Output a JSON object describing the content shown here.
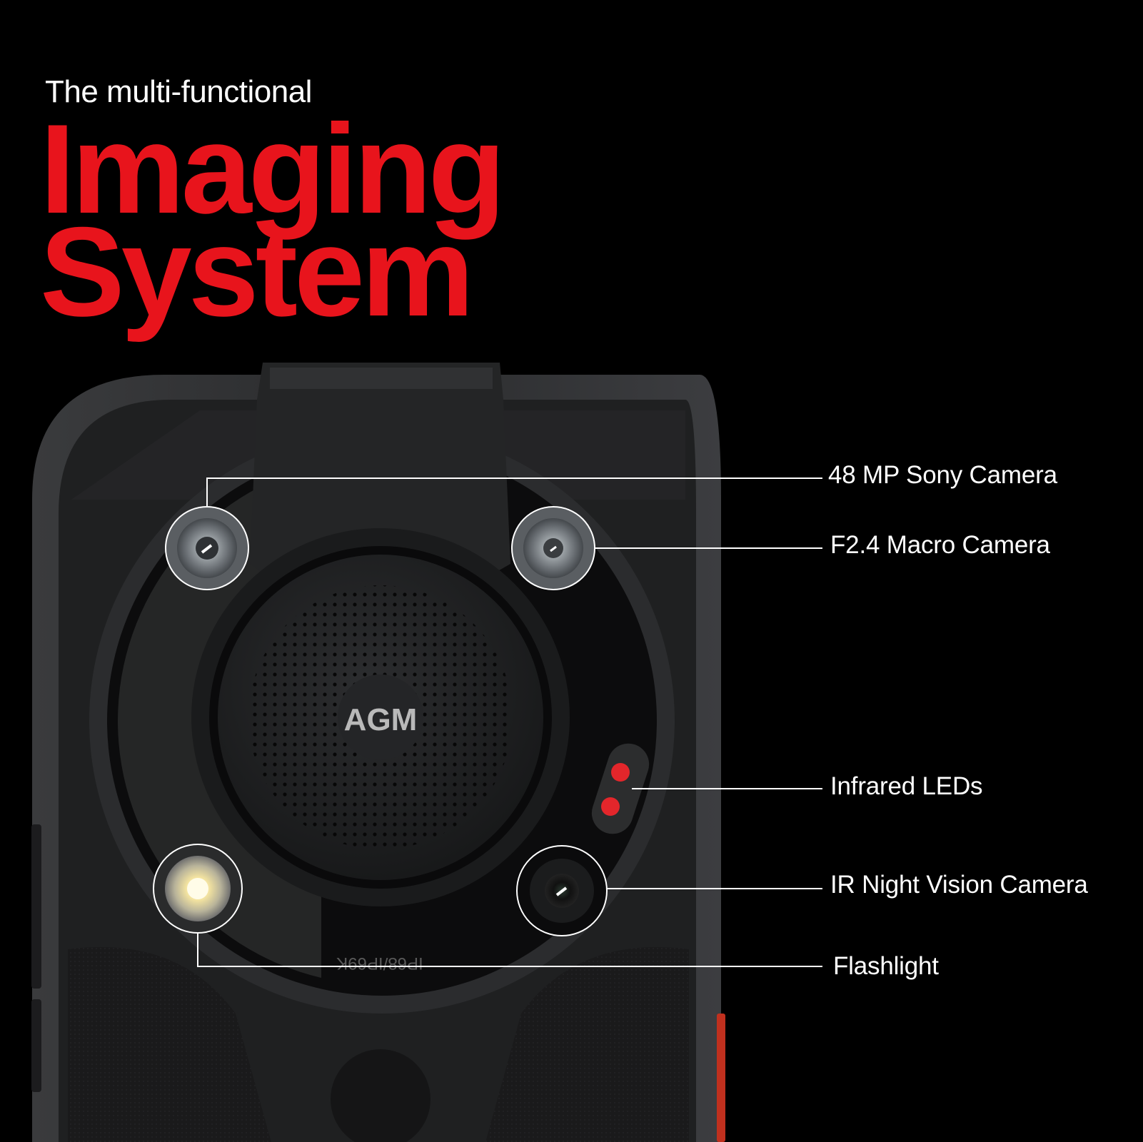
{
  "headline": {
    "intro": "The multi-functional",
    "line1": "Imaging",
    "line2": "System"
  },
  "phone": {
    "brand": "AGM",
    "rating": "IP68/IP69K"
  },
  "callouts": [
    {
      "label": "48 MP Sony Camera"
    },
    {
      "label": "F2.4 Macro Camera"
    },
    {
      "label": "Infrared LEDs"
    },
    {
      "label": "IR Night Vision Camera"
    },
    {
      "label": "Flashlight"
    }
  ],
  "colors": {
    "background": "#000000",
    "accent": "#e8141c",
    "text": "#ffffff"
  }
}
